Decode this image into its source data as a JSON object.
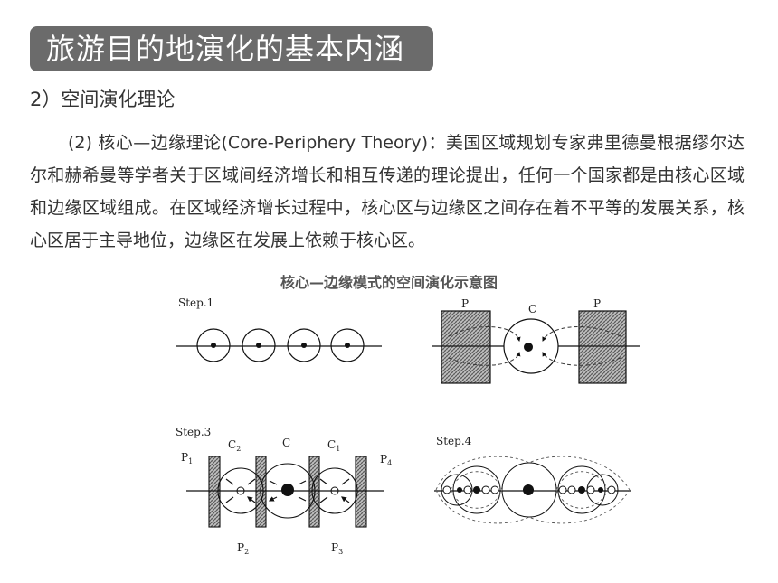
{
  "slide": {
    "title": "旅游目的地演化的基本内涵",
    "section_heading": "2）空间演化理论",
    "paragraph": "(2) 核心—边缘理论(Core-Periphery Theory)：美国区域规划专家弗里德曼根据缪尔达尔和赫希曼等学者关于区域间经济增长和相互传递的理论提出，任何一个国家都是由核心区域和边缘区域组成。在区域经济增长过程中，核心区与边缘区之间存在着不平等的发展关系，核心区居于主导地位，边缘区在发展上依赖于核心区。"
  },
  "figure": {
    "caption": "核心—边缘模式的空间演化示意图",
    "step1_label": "Step.1",
    "step2_labels": {
      "p_left": "P",
      "c": "C",
      "p_right": "P"
    },
    "step3_label": "Step.3",
    "step3_labels": {
      "p1": "P",
      "p1_sub": "1",
      "c2": "C",
      "c2_sub": "2",
      "c": "C",
      "c1": "C",
      "c1_sub": "1",
      "p4": "P",
      "p4_sub": "4",
      "p2": "P",
      "p2_sub": "2",
      "p3": "P",
      "p3_sub": "3"
    },
    "step4_label": "Step.4"
  }
}
